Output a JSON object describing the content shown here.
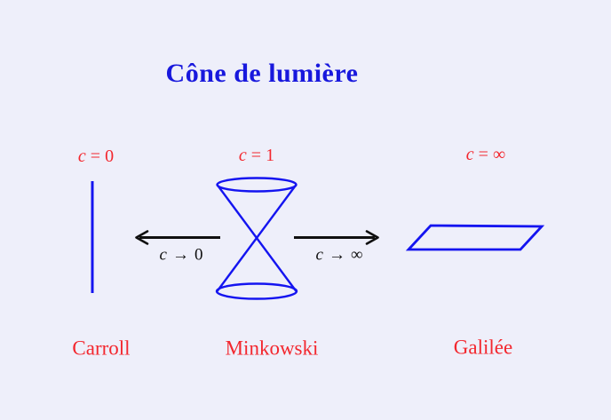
{
  "title": "Cône de lumière",
  "colors": {
    "background": "#eeeffa",
    "shape_blue": "#1414f0",
    "title_blue": "#1818dd",
    "label_red": "#f3272e",
    "arrow_black": "#101010"
  },
  "columns": [
    {
      "shape": "vertical-line",
      "equation": {
        "variable": "c",
        "relation": "=",
        "value": "0"
      },
      "model": "Carroll"
    },
    {
      "shape": "light-cone",
      "equation": {
        "variable": "c",
        "relation": "=",
        "value": "1"
      },
      "model": "Minkowski"
    },
    {
      "shape": "plane-parallelogram",
      "equation": {
        "variable": "c",
        "relation": "=",
        "value": "∞"
      },
      "model": "Galilée"
    }
  ],
  "transitions": [
    {
      "direction": "left",
      "equation": {
        "variable": "c",
        "relation": "→",
        "value": "0"
      }
    },
    {
      "direction": "right",
      "equation": {
        "variable": "c",
        "relation": "→",
        "value": "∞"
      }
    }
  ]
}
